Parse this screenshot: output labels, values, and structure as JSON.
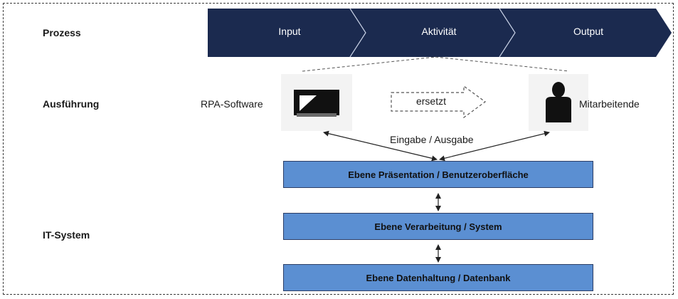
{
  "rows": {
    "process": "Prozess",
    "execution": "Ausführung",
    "it_system": "IT-System"
  },
  "process_steps": [
    {
      "label": "Input"
    },
    {
      "label": "Aktivität"
    },
    {
      "label": "Output"
    }
  ],
  "execution": {
    "software_label": "RPA-Software",
    "replaces_label": "ersetzt",
    "employee_label": "Mitarbeitende",
    "io_label": "Eingabe / Ausgabe",
    "software_icon": "monitor-icon",
    "employee_icon": "person-icon"
  },
  "layers": [
    {
      "label": "Ebene Präsentation / Benutzeroberfläche"
    },
    {
      "label": "Ebene Verarbeitung / System"
    },
    {
      "label": "Ebene Datenhaltung / Datenbank"
    }
  ],
  "colors": {
    "process_fill": "#1b2a4f",
    "layer_fill": "#5b8fd2",
    "layer_border": "#2c3e66"
  }
}
